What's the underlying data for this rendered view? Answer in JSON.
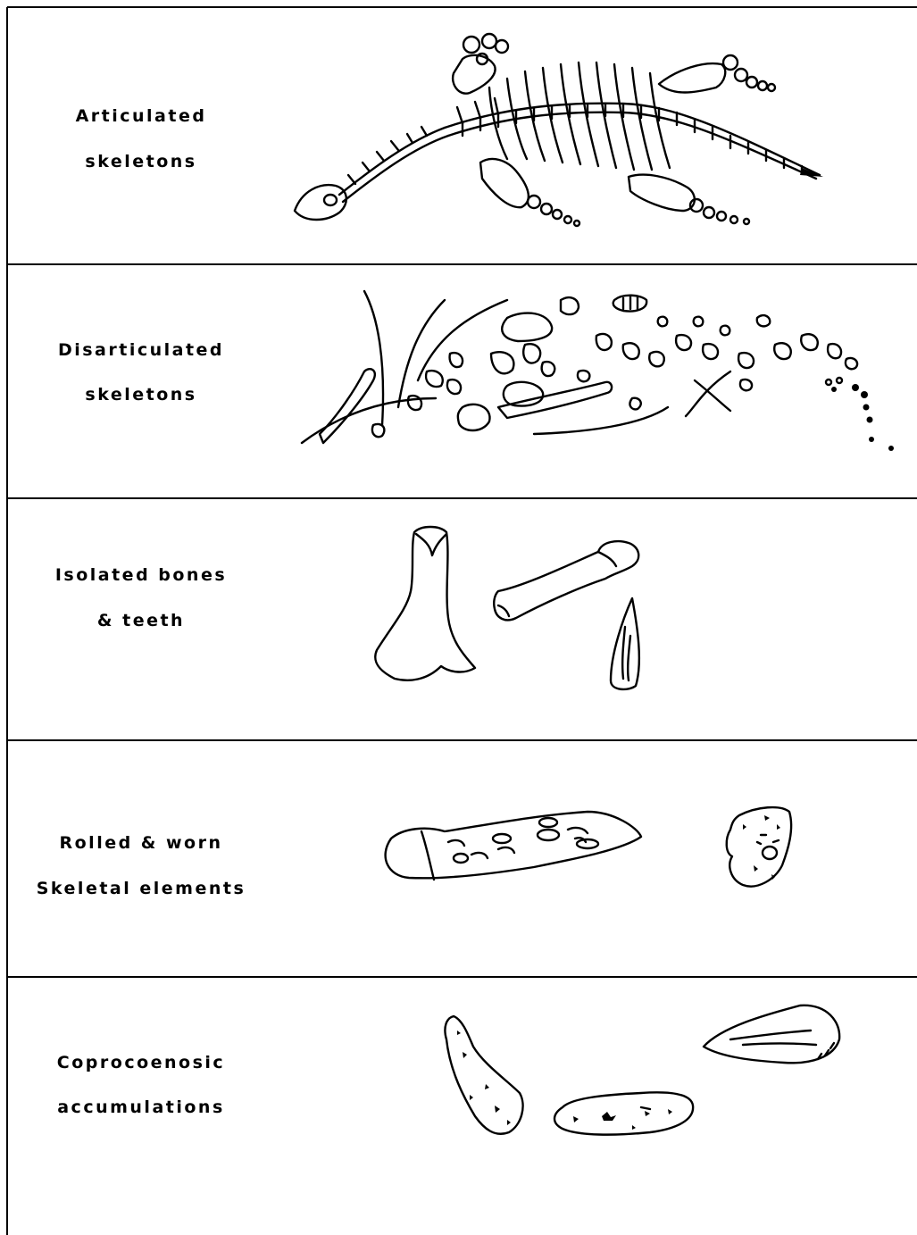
{
  "categories": [
    {
      "id": "articulated",
      "label_line1": "Articulated",
      "label_line2": "skeletons",
      "drawing_icon": "articulated-skeleton-icon"
    },
    {
      "id": "disarticulated",
      "label_line1": "Disarticulated",
      "label_line2": "skeletons",
      "drawing_icon": "disarticulated-skeleton-icon"
    },
    {
      "id": "isolated",
      "label_line1": "Isolated bones",
      "label_line2": "& teeth",
      "drawing_icon": "isolated-bones-teeth-icon"
    },
    {
      "id": "rolled",
      "label_line1": "Rolled & worn",
      "label_line2": "Skeletal elements",
      "drawing_icon": "rolled-worn-elements-icon"
    },
    {
      "id": "coprocoenosic",
      "label_line1": "Coprocoenosic",
      "label_line2": "accumulations",
      "drawing_icon": "coprolites-icon"
    }
  ],
  "colors": {
    "line": "#000000",
    "background": "#ffffff"
  }
}
